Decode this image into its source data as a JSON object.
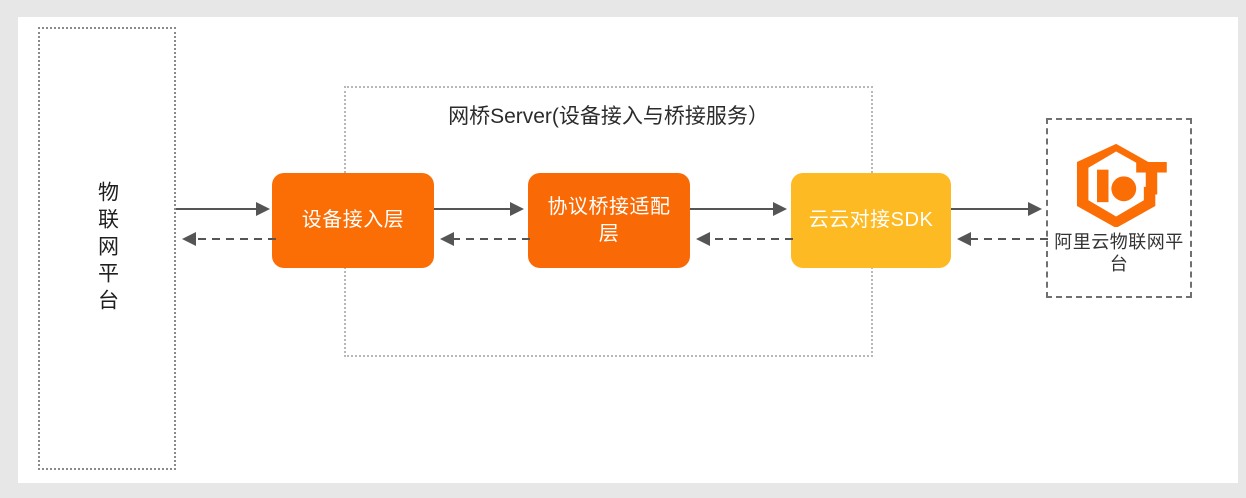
{
  "canvas": {
    "background": "#ffffff",
    "page_background": "#e7e7e7"
  },
  "left_platform": {
    "label": "物联网平台",
    "border_style": "dotted",
    "border_color": "#8a8a8a"
  },
  "bridge": {
    "title": "网桥Server(设备接入与桥接服务）",
    "border_style": "dotted",
    "border_color": "#b8b8b8",
    "boxes": [
      {
        "id": "device-access-layer",
        "label": "设备接入层",
        "color": "#fb6e05"
      },
      {
        "id": "protocol-bridge-adapter-layer",
        "label": "协议桥接适配层",
        "color": "#f96a06"
      },
      {
        "id": "cloud-to-cloud-sdk",
        "label": "云云对接SDK",
        "color": "#fdba23"
      }
    ]
  },
  "right_platform": {
    "logo_name": "iot-hexagon-logo",
    "logo_color": "#fb6e05",
    "label": "阿里云物联网平台",
    "border_style": "dashed",
    "border_color": "#707070"
  },
  "connectors": {
    "solid_color": "#555555",
    "dashed_color": "#555555",
    "links": [
      {
        "id": "left-platform-to-access",
        "uplink": "solid-right",
        "downlink": "dashed-left"
      },
      {
        "id": "access-to-adapter",
        "uplink": "solid-right",
        "downlink": "dashed-left"
      },
      {
        "id": "adapter-to-sdk",
        "uplink": "solid-right",
        "downlink": "dashed-left"
      },
      {
        "id": "sdk-to-alicloud",
        "uplink": "solid-right",
        "downlink": "dashed-left"
      }
    ]
  }
}
